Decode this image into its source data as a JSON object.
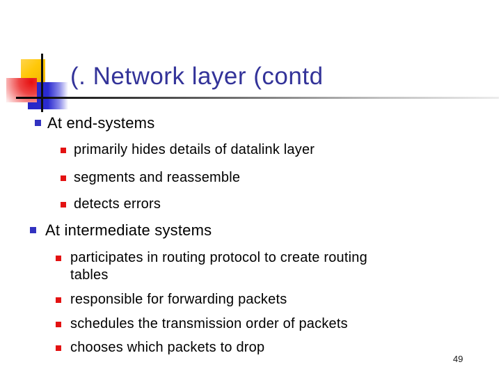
{
  "slide": {
    "title": "(. Network layer (contd",
    "page_number": "49",
    "colors": {
      "title_text": "#333399",
      "body_text": "#000000",
      "bullet_level1": "#3232c0",
      "bullet_level2": "#e31212",
      "logo_yellow": "#ffc808",
      "logo_red": "#e60f0f",
      "logo_blue": "#2b2bd0"
    }
  },
  "content": {
    "items": [
      {
        "level": 1,
        "text": "At end-systems"
      },
      {
        "level": 2,
        "text": "primarily hides details of datalink layer"
      },
      {
        "level": 2,
        "text": "segments and reassemble"
      },
      {
        "level": 2,
        "text": "detects errors"
      },
      {
        "level": 1,
        "text": "At intermediate systems"
      },
      {
        "level": 2,
        "text": "participates in routing protocol to create routing\ntables"
      },
      {
        "level": 2,
        "text": "responsible for forwarding packets"
      },
      {
        "level": 2,
        "text": "schedules the transmission order of packets"
      },
      {
        "level": 2,
        "text": "chooses which packets to drop"
      }
    ]
  }
}
